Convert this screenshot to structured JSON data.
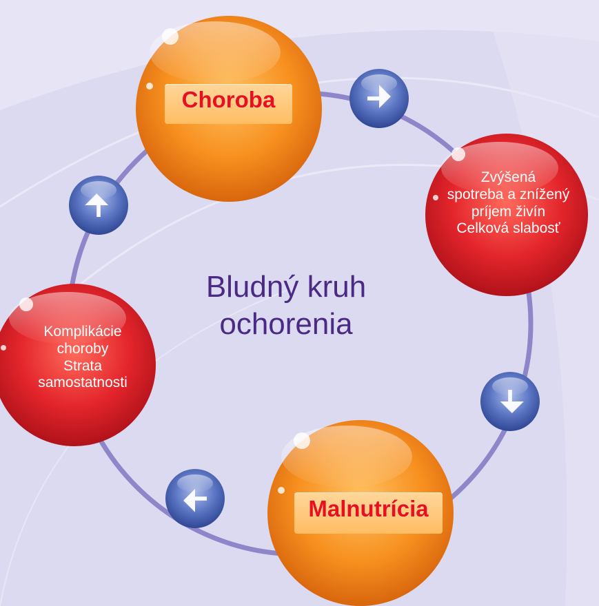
{
  "title": {
    "line1": "Bludný kruh",
    "line2": "ochorenia"
  },
  "nodes": {
    "choroba": {
      "label": "Choroba"
    },
    "spotreba": {
      "lines": [
        "Zvýšená",
        "spotreba a znížený",
        "príjem živín",
        "Celková slabosť"
      ]
    },
    "malnutricia": {
      "label": "Malnutrícia"
    },
    "komplikacie": {
      "lines": [
        "Komplikácie",
        "choroby",
        "Strata",
        "samostatnosti"
      ]
    }
  },
  "arrows": [
    "arrow-icon",
    "arrow-icon",
    "arrow-icon",
    "arrow-icon"
  ],
  "colors": {
    "background": "#dcdaf0",
    "ring": "#8e86c8",
    "orange": "#f78b1c",
    "red": "#dc1f26",
    "blue": "#3f5aa8",
    "title": "#4a2a84",
    "label_red": "#e8101e"
  }
}
